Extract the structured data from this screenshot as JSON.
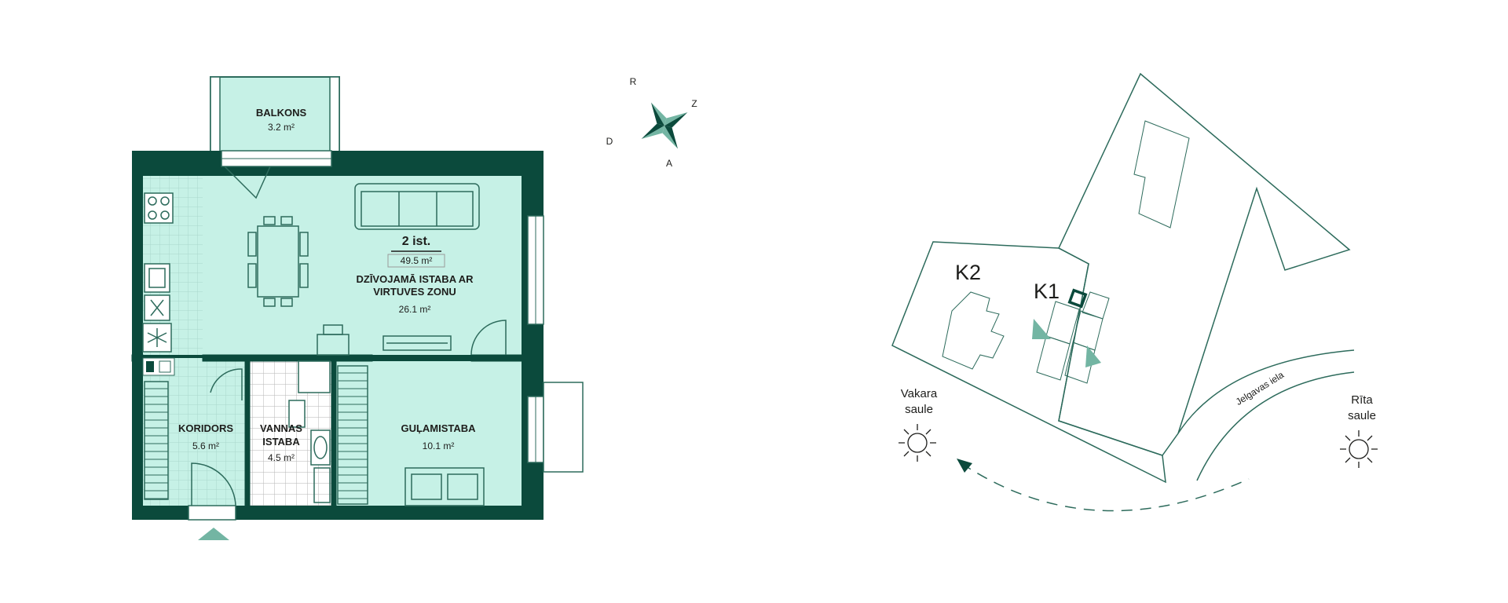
{
  "colors": {
    "wall": "#0b4a3c",
    "room_fill": "#c6f1e6",
    "tile_line": "#a9d8cc",
    "line": "#2d6b5c",
    "accent": "#73b5a3",
    "text": "#1d1d1b"
  },
  "floorplan": {
    "apartment_rooms": "2 ist.",
    "apartment_area": "49.5 m²",
    "rooms": [
      {
        "name": "BALKONS",
        "area": "3.2 m²"
      },
      {
        "name_line1": "DZĪVOJAMĀ ISTABA AR",
        "name_line2": "VIRTUVES ZONU",
        "area": "26.1 m²"
      },
      {
        "name": "KORIDORS",
        "area": "5.6 m²"
      },
      {
        "name_line1": "VANNAS",
        "name_line2": "ISTABA",
        "area": "4.5 m²"
      },
      {
        "name": "GUĻAMISTABA",
        "area": "10.1 m²"
      }
    ]
  },
  "compass": {
    "north": "Z",
    "south": "D",
    "east": "A",
    "west": "R"
  },
  "site_plan": {
    "building_k1": "K1",
    "building_k2": "K2",
    "street": "Jelgavas iela",
    "west_sun_line1": "Vakara",
    "west_sun_line2": "saule",
    "east_sun_line1": "Rīta",
    "east_sun_line2": "saule",
    "sun_icon": "sun-icon"
  }
}
